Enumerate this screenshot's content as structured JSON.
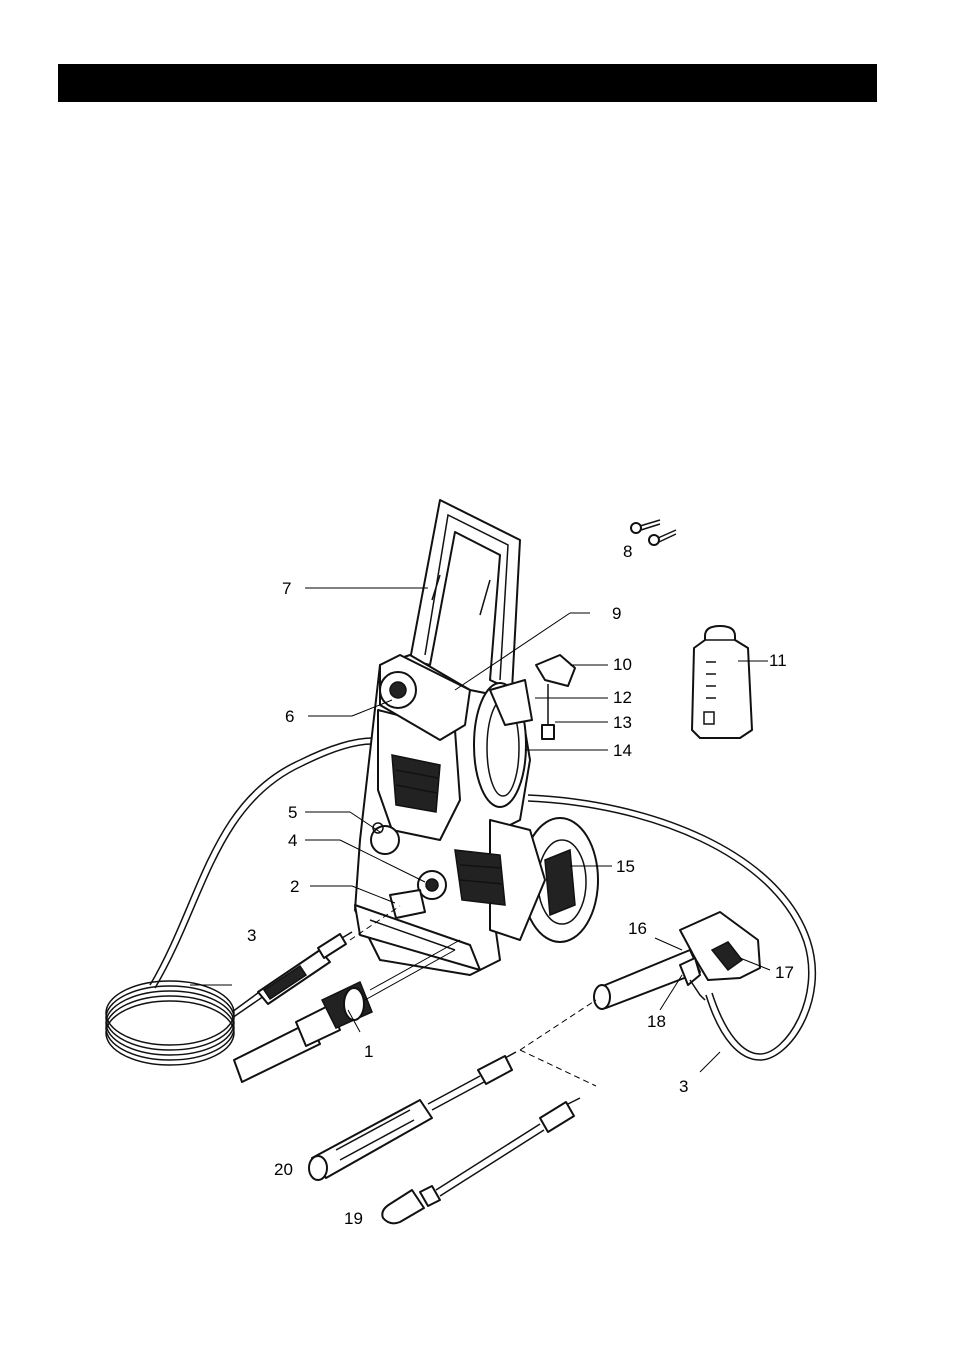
{
  "callouts": [
    {
      "id": "c1",
      "text": "1"
    },
    {
      "id": "c2",
      "text": "2"
    },
    {
      "id": "c3a",
      "text": "3"
    },
    {
      "id": "c3b",
      "text": "3"
    },
    {
      "id": "c4",
      "text": "4"
    },
    {
      "id": "c5",
      "text": "5"
    },
    {
      "id": "c6",
      "text": "6"
    },
    {
      "id": "c7",
      "text": "7"
    },
    {
      "id": "c8",
      "text": "8"
    },
    {
      "id": "c9",
      "text": "9"
    },
    {
      "id": "c10",
      "text": "10"
    },
    {
      "id": "c11",
      "text": "11"
    },
    {
      "id": "c12",
      "text": "12"
    },
    {
      "id": "c13",
      "text": "13"
    },
    {
      "id": "c14",
      "text": "14"
    },
    {
      "id": "c15",
      "text": "15"
    },
    {
      "id": "c16",
      "text": "16"
    },
    {
      "id": "c17",
      "text": "17"
    },
    {
      "id": "c18",
      "text": "18"
    },
    {
      "id": "c19",
      "text": "19"
    },
    {
      "id": "c20",
      "text": "20"
    }
  ]
}
